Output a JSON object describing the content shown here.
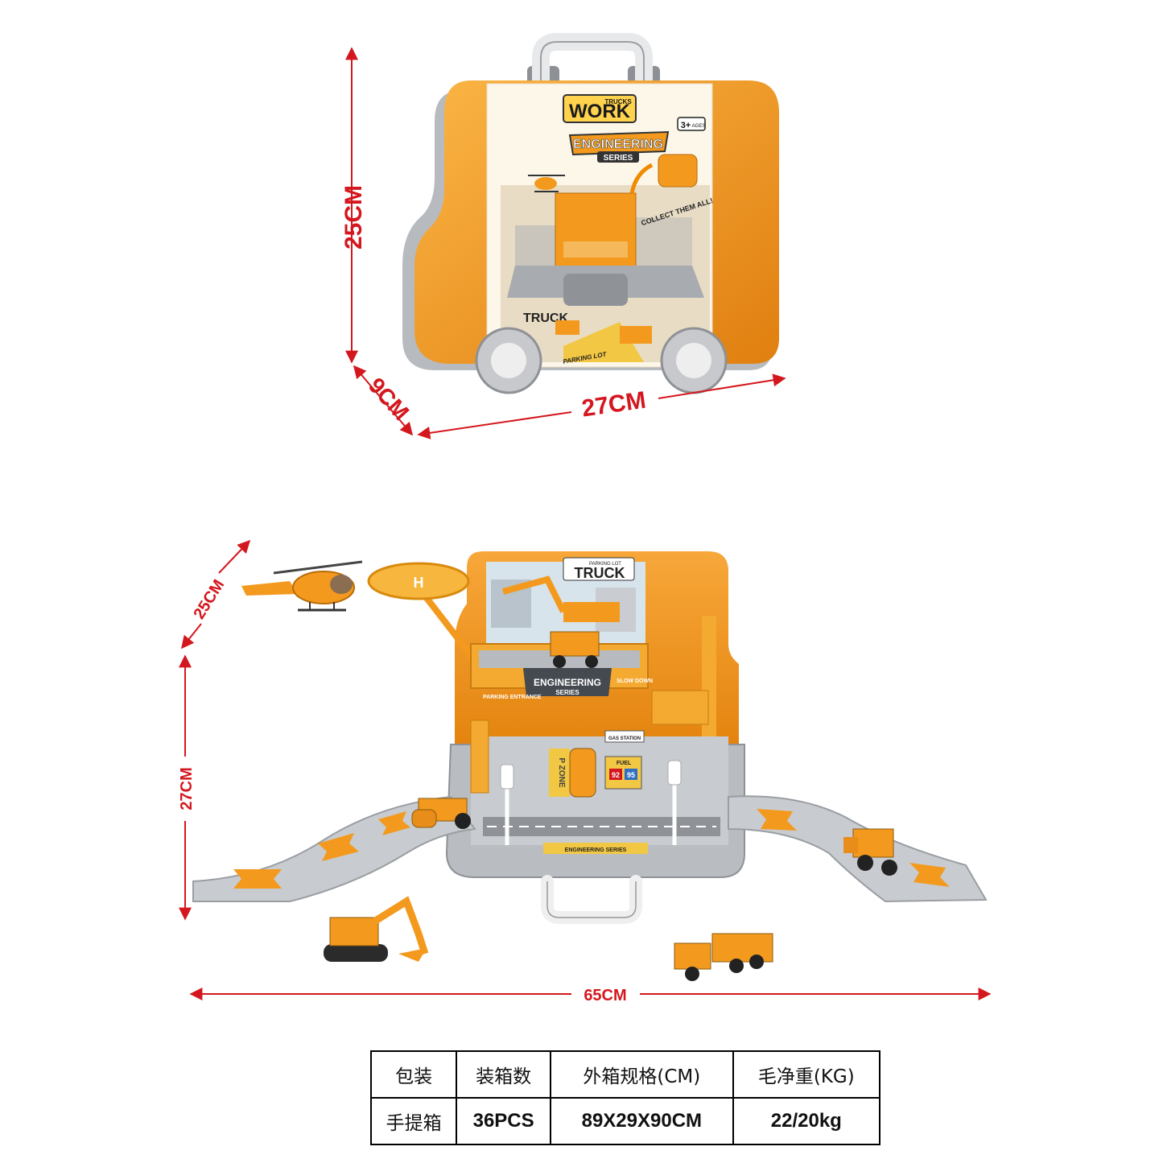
{
  "package_top": {
    "brand_small": "TRUCKS",
    "brand_big": "WORK",
    "series_title": "ENGINEERING",
    "series_sub": "SERIES",
    "age_badge": "3+",
    "age_badge_unit": "AGES",
    "collect_text": "COLLECT THEM ALL!",
    "truck_logo": "TRUCK",
    "parking_logo": "PARKING LOT"
  },
  "dimensions_top": {
    "height": "25CM",
    "depth": "9CM",
    "width": "27CM"
  },
  "playset": {
    "truck_logo": "TRUCK",
    "parking_lot": "PARKING LOT",
    "series_title": "ENGINEERING",
    "series_sub": "SERIES",
    "parking_entrance": "PARKING ENTRANCE",
    "slow_down": "SLOW DOWN",
    "gas_station": "GAS STATION",
    "fuel": "FUEL",
    "fuel_92": "92",
    "fuel_95": "95",
    "p_zone": "P ZONE",
    "floor_label": "ENGINEERING SERIES"
  },
  "dimensions_bottom": {
    "depth": "25CM",
    "height": "27CM",
    "width": "65CM"
  },
  "spec_table": {
    "headers": [
      "包装",
      "装箱数",
      "外箱规格(CM)",
      "毛净重(KG)"
    ],
    "values": [
      "手提箱",
      "36PCS",
      "89X29X90CM",
      "22/20kg"
    ]
  },
  "colors": {
    "accent_red": "#d4171e",
    "case_orange": "#f39a1e",
    "case_grey": "#b9bcc0"
  }
}
